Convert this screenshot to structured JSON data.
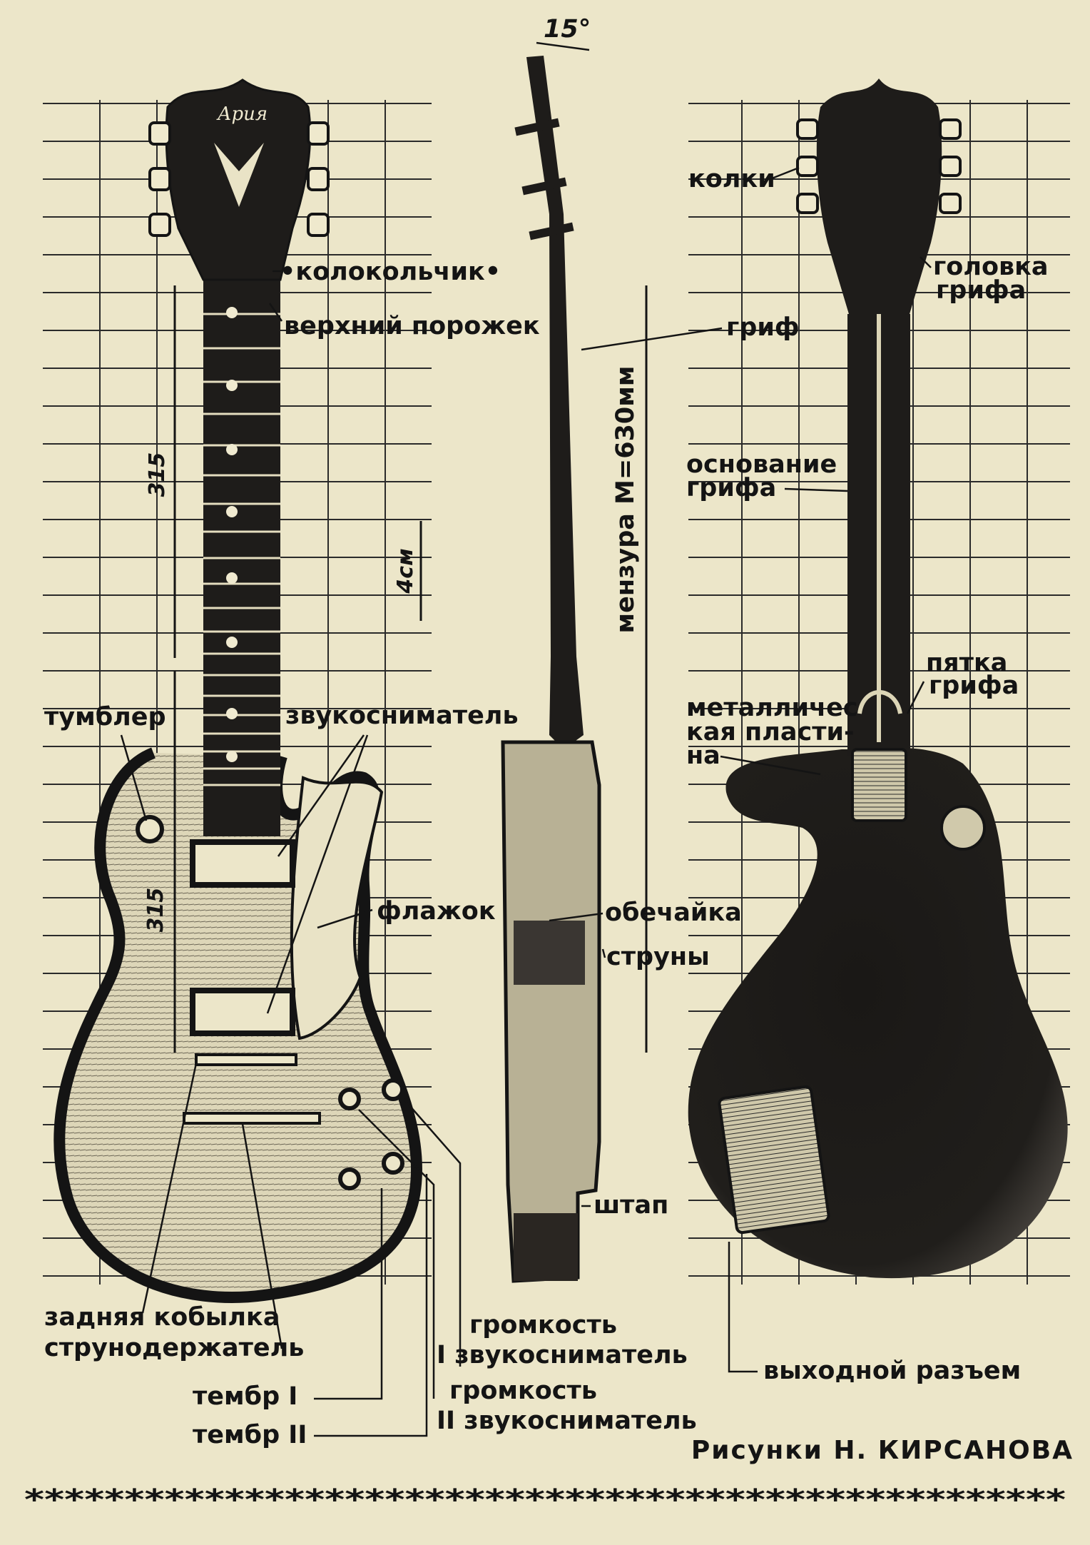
{
  "front_view": {
    "headstock_brand": "Арuя",
    "labels": {
      "bell": "•колокольчик•",
      "nut": "верхний порожек",
      "toggle": "тумблер",
      "pickup": "звукосниматель",
      "pickguard": "флажок",
      "rear_bridge": "задняя кобылка",
      "tailpiece": "струнодержатель",
      "tone_1": "тембр I",
      "tone_2": "тембр II",
      "volume_1_a": "громкость",
      "volume_1_b": "I звукосниматель",
      "volume_2_a": "громкость",
      "volume_2_b": "II звукосниматель"
    },
    "dimensions": {
      "neck_length": "315",
      "body_length": "315",
      "grid_step": "4см"
    }
  },
  "side_view": {
    "labels": {
      "angle": "15°",
      "scale": "мензура  М=630мм",
      "neck": "гриф",
      "rim": "обечайка",
      "strings": "струны",
      "strap_pin": "штап"
    }
  },
  "back_view": {
    "labels": {
      "tuners": "колки",
      "headstock_a": "головка",
      "headstock_b": "грифа",
      "neck_base_a": "основание",
      "neck_base_b": "грифа",
      "neck_heel_a": "пятка",
      "neck_heel_b": "грифа",
      "metal_plate_a": "металличес",
      "metal_plate_b": "кая пласти-",
      "metal_plate_c": "на",
      "output_jack": "выходной разъем"
    }
  },
  "credit": "Рисунки Н. КИРСАНОВА",
  "border": "****************************************************",
  "colors": {
    "paper": "#ece6c9",
    "ink": "#1c1a18",
    "body_light": "#d6cfb0"
  }
}
